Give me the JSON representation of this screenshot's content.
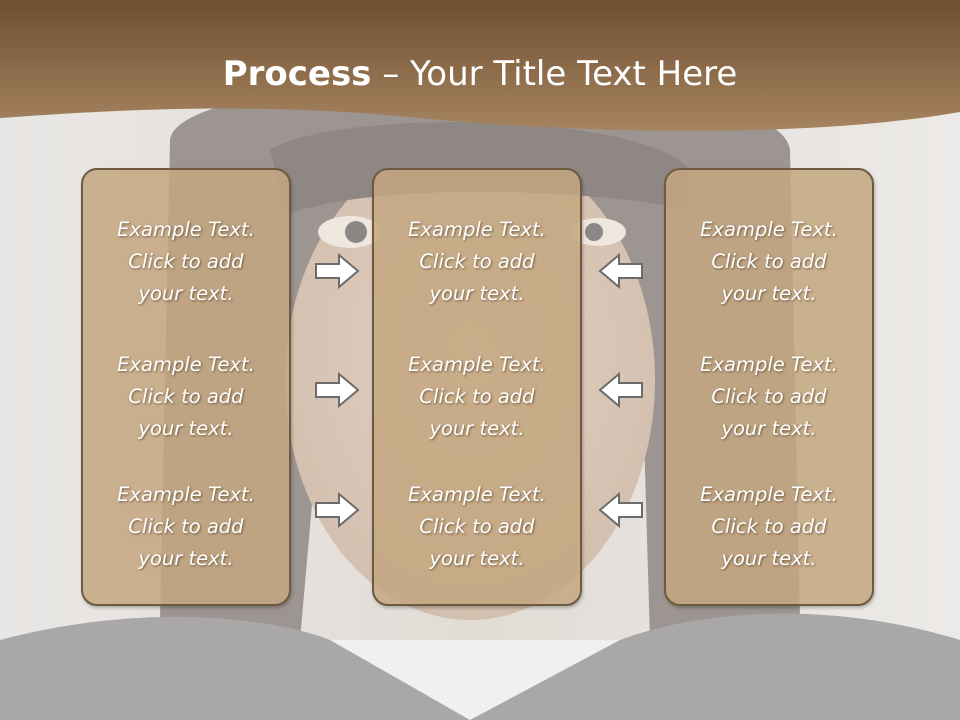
{
  "title": {
    "bold": "Process",
    "rest": " – Your Title Text Here"
  },
  "columns": [
    {
      "blocks": [
        {
          "lines": [
            "Example Text.",
            "Click  to add",
            "your text."
          ]
        },
        {
          "lines": [
            "Example Text.",
            "Click  to add",
            "your text."
          ]
        },
        {
          "lines": [
            "Example Text.",
            "Click  to add",
            "your text."
          ]
        }
      ]
    },
    {
      "blocks": [
        {
          "lines": [
            "Example Text.",
            "Click  to add",
            "your text."
          ]
        },
        {
          "lines": [
            "Example Text.",
            "Click  to add",
            "your text."
          ]
        },
        {
          "lines": [
            "Example Text.",
            "Click  to add",
            "your text."
          ]
        }
      ]
    },
    {
      "blocks": [
        {
          "lines": [
            "Example Text.",
            "Click  to add",
            "your text."
          ]
        },
        {
          "lines": [
            "Example Text.",
            "Click  to add",
            "your text."
          ]
        },
        {
          "lines": [
            "Example Text.",
            "Click  to add",
            "your text."
          ]
        }
      ]
    }
  ],
  "arrows": {
    "left_to_middle": "arrow-right-icon",
    "right_to_middle": "arrow-left-icon"
  },
  "colors": {
    "header_band": "#8a6a46",
    "panel_fill": "#c4a780",
    "panel_border": "#6e5a40",
    "arrow_fill": "#ffffff",
    "arrow_stroke": "#6b6b6b"
  }
}
